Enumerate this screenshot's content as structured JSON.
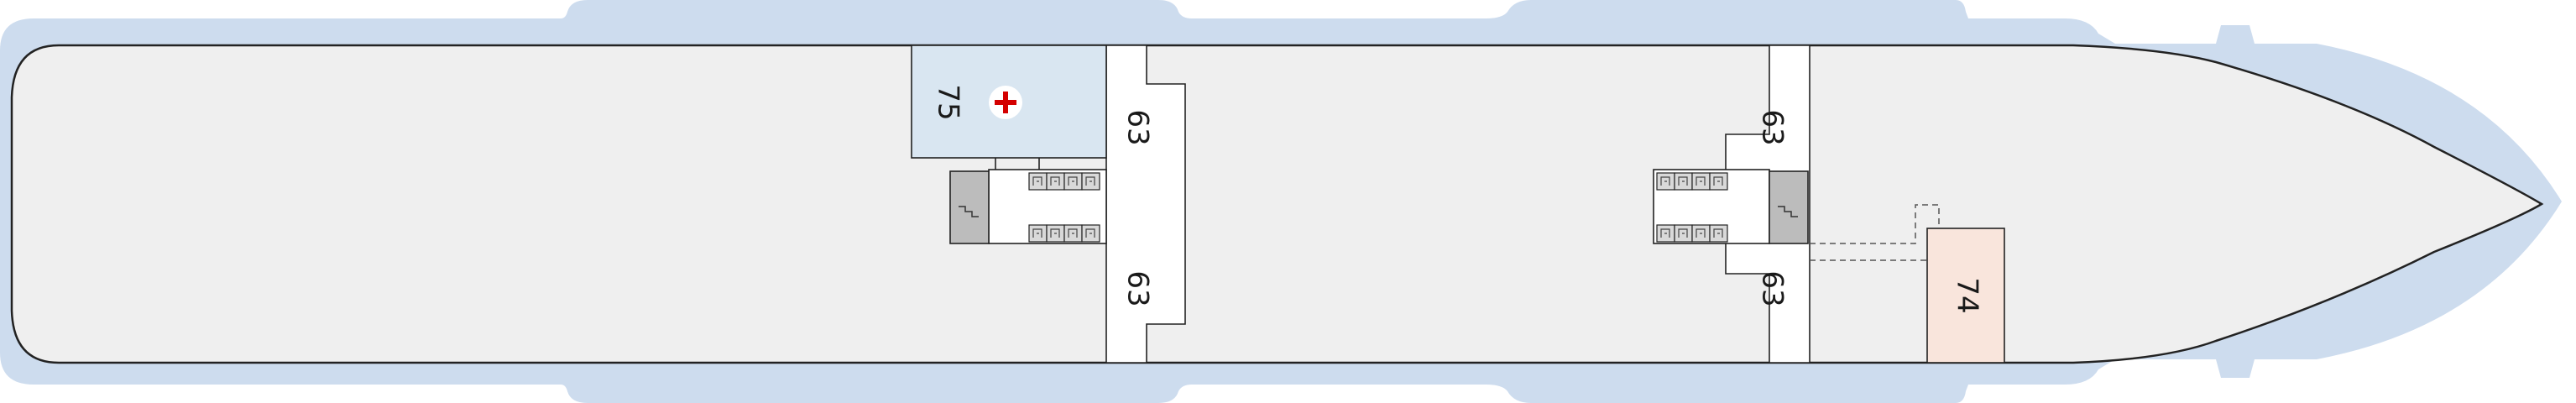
{
  "deck_plan": {
    "colors": {
      "silhouette": "#cddcee",
      "deck_floor": "#efefef",
      "outline": "#222222",
      "medical": "#d9e6f1",
      "room_74": "#f9e5dc",
      "stairs": "#bcbcbc",
      "elevator": "#d9d9d9",
      "medical_cross": "#d40000"
    },
    "rooms": {
      "medical": {
        "number": "75",
        "icon": "medical-cross-icon"
      },
      "room_74": {
        "number": "74"
      },
      "corridor_fwd_top": {
        "number": "63"
      },
      "corridor_fwd_bottom": {
        "number": "63"
      },
      "corridor_aft_top": {
        "number": "63"
      },
      "corridor_aft_bottom": {
        "number": "63"
      }
    },
    "icons": [
      "staircase-icon",
      "elevator-icon",
      "medical-cross-icon"
    ]
  }
}
